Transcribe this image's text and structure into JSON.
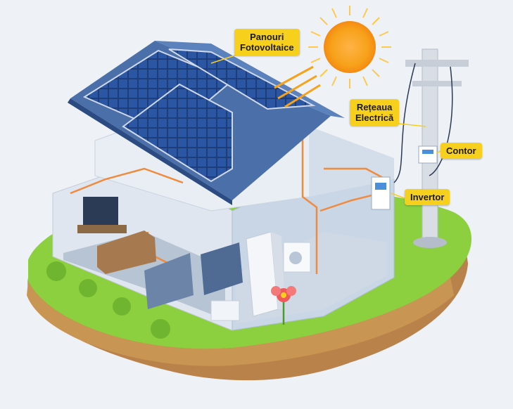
{
  "callouts": {
    "panels": [
      "Panouri",
      "Fotovoltaice"
    ],
    "grid": [
      "Rețeaua",
      "Electrică"
    ],
    "meter": "Contor",
    "inverter": "Invertor"
  },
  "colors": {
    "callout": "#f7cf1d",
    "wiring": "#f08a3c",
    "panel": "#1e3a6e",
    "grass": "#8ccf3f",
    "soil": "#c89552",
    "sun": "#f7a21b"
  },
  "icons": [
    "sun-icon",
    "solar-panel-icon",
    "utility-pole-icon",
    "meter-icon",
    "inverter-icon",
    "tv-icon",
    "fridge-icon",
    "washing-machine-icon",
    "flower-icon"
  ]
}
